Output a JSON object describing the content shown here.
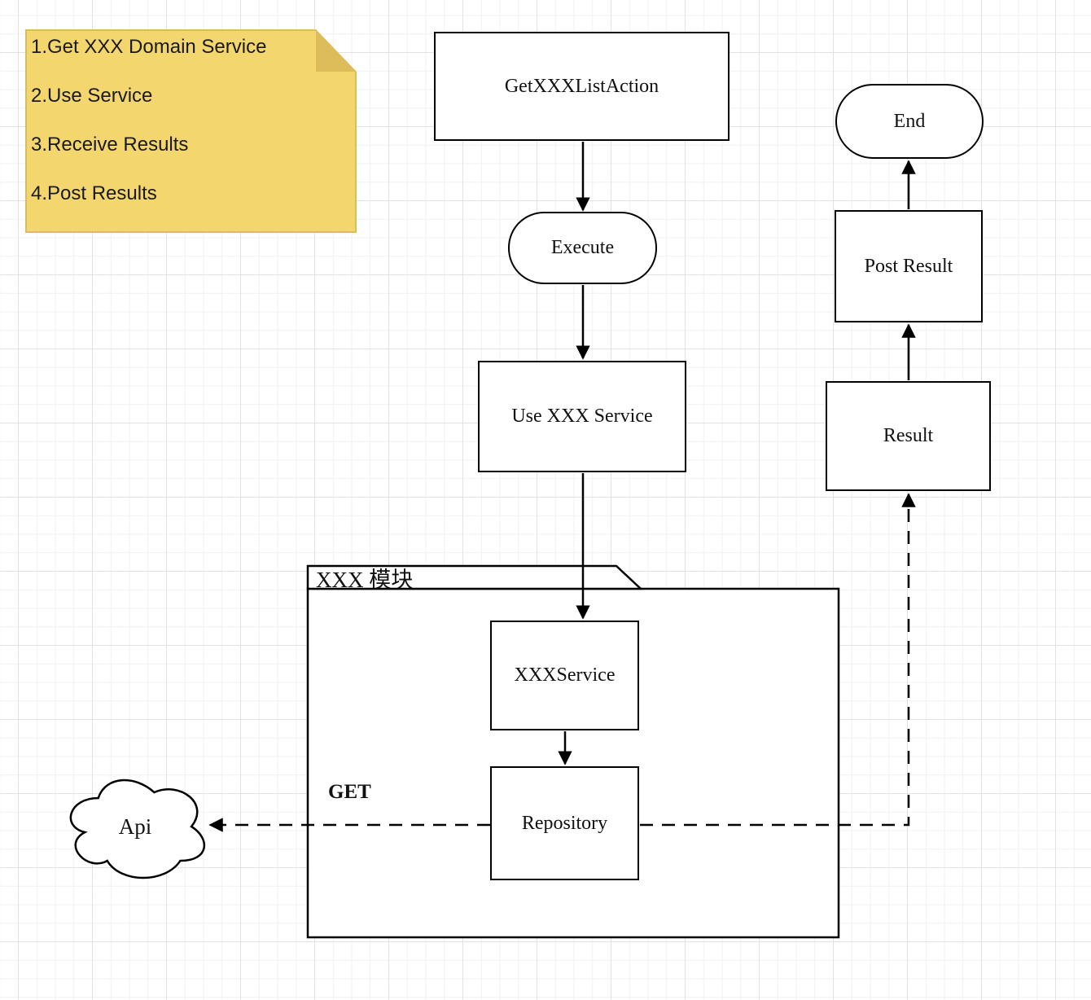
{
  "note": {
    "lines": [
      "1.Get XXX Domain Service",
      "2.Use Service",
      "3.Receive Results",
      "4.Post Results"
    ],
    "fill": "#f4d66e",
    "fold_color": "#dcbd5a"
  },
  "nodes": {
    "get_list_action": {
      "label": "GetXXXListAction"
    },
    "execute": {
      "label": "Execute"
    },
    "use_service": {
      "label": "Use XXX Service"
    },
    "end": {
      "label": "End"
    },
    "post_result": {
      "label": "Post Result"
    },
    "result": {
      "label": "Result"
    },
    "xxx_service": {
      "label": "XXXService"
    },
    "repository": {
      "label": "Repository"
    },
    "api_cloud": {
      "label": "Api"
    }
  },
  "container": {
    "label": "XXX 模块"
  },
  "edges": {
    "get_label": "GET"
  },
  "colors": {
    "stroke": "#000000",
    "node_fill": "#ffffff",
    "grid_major": "#e2e2e2",
    "grid_minor": "#f1f1f1"
  }
}
